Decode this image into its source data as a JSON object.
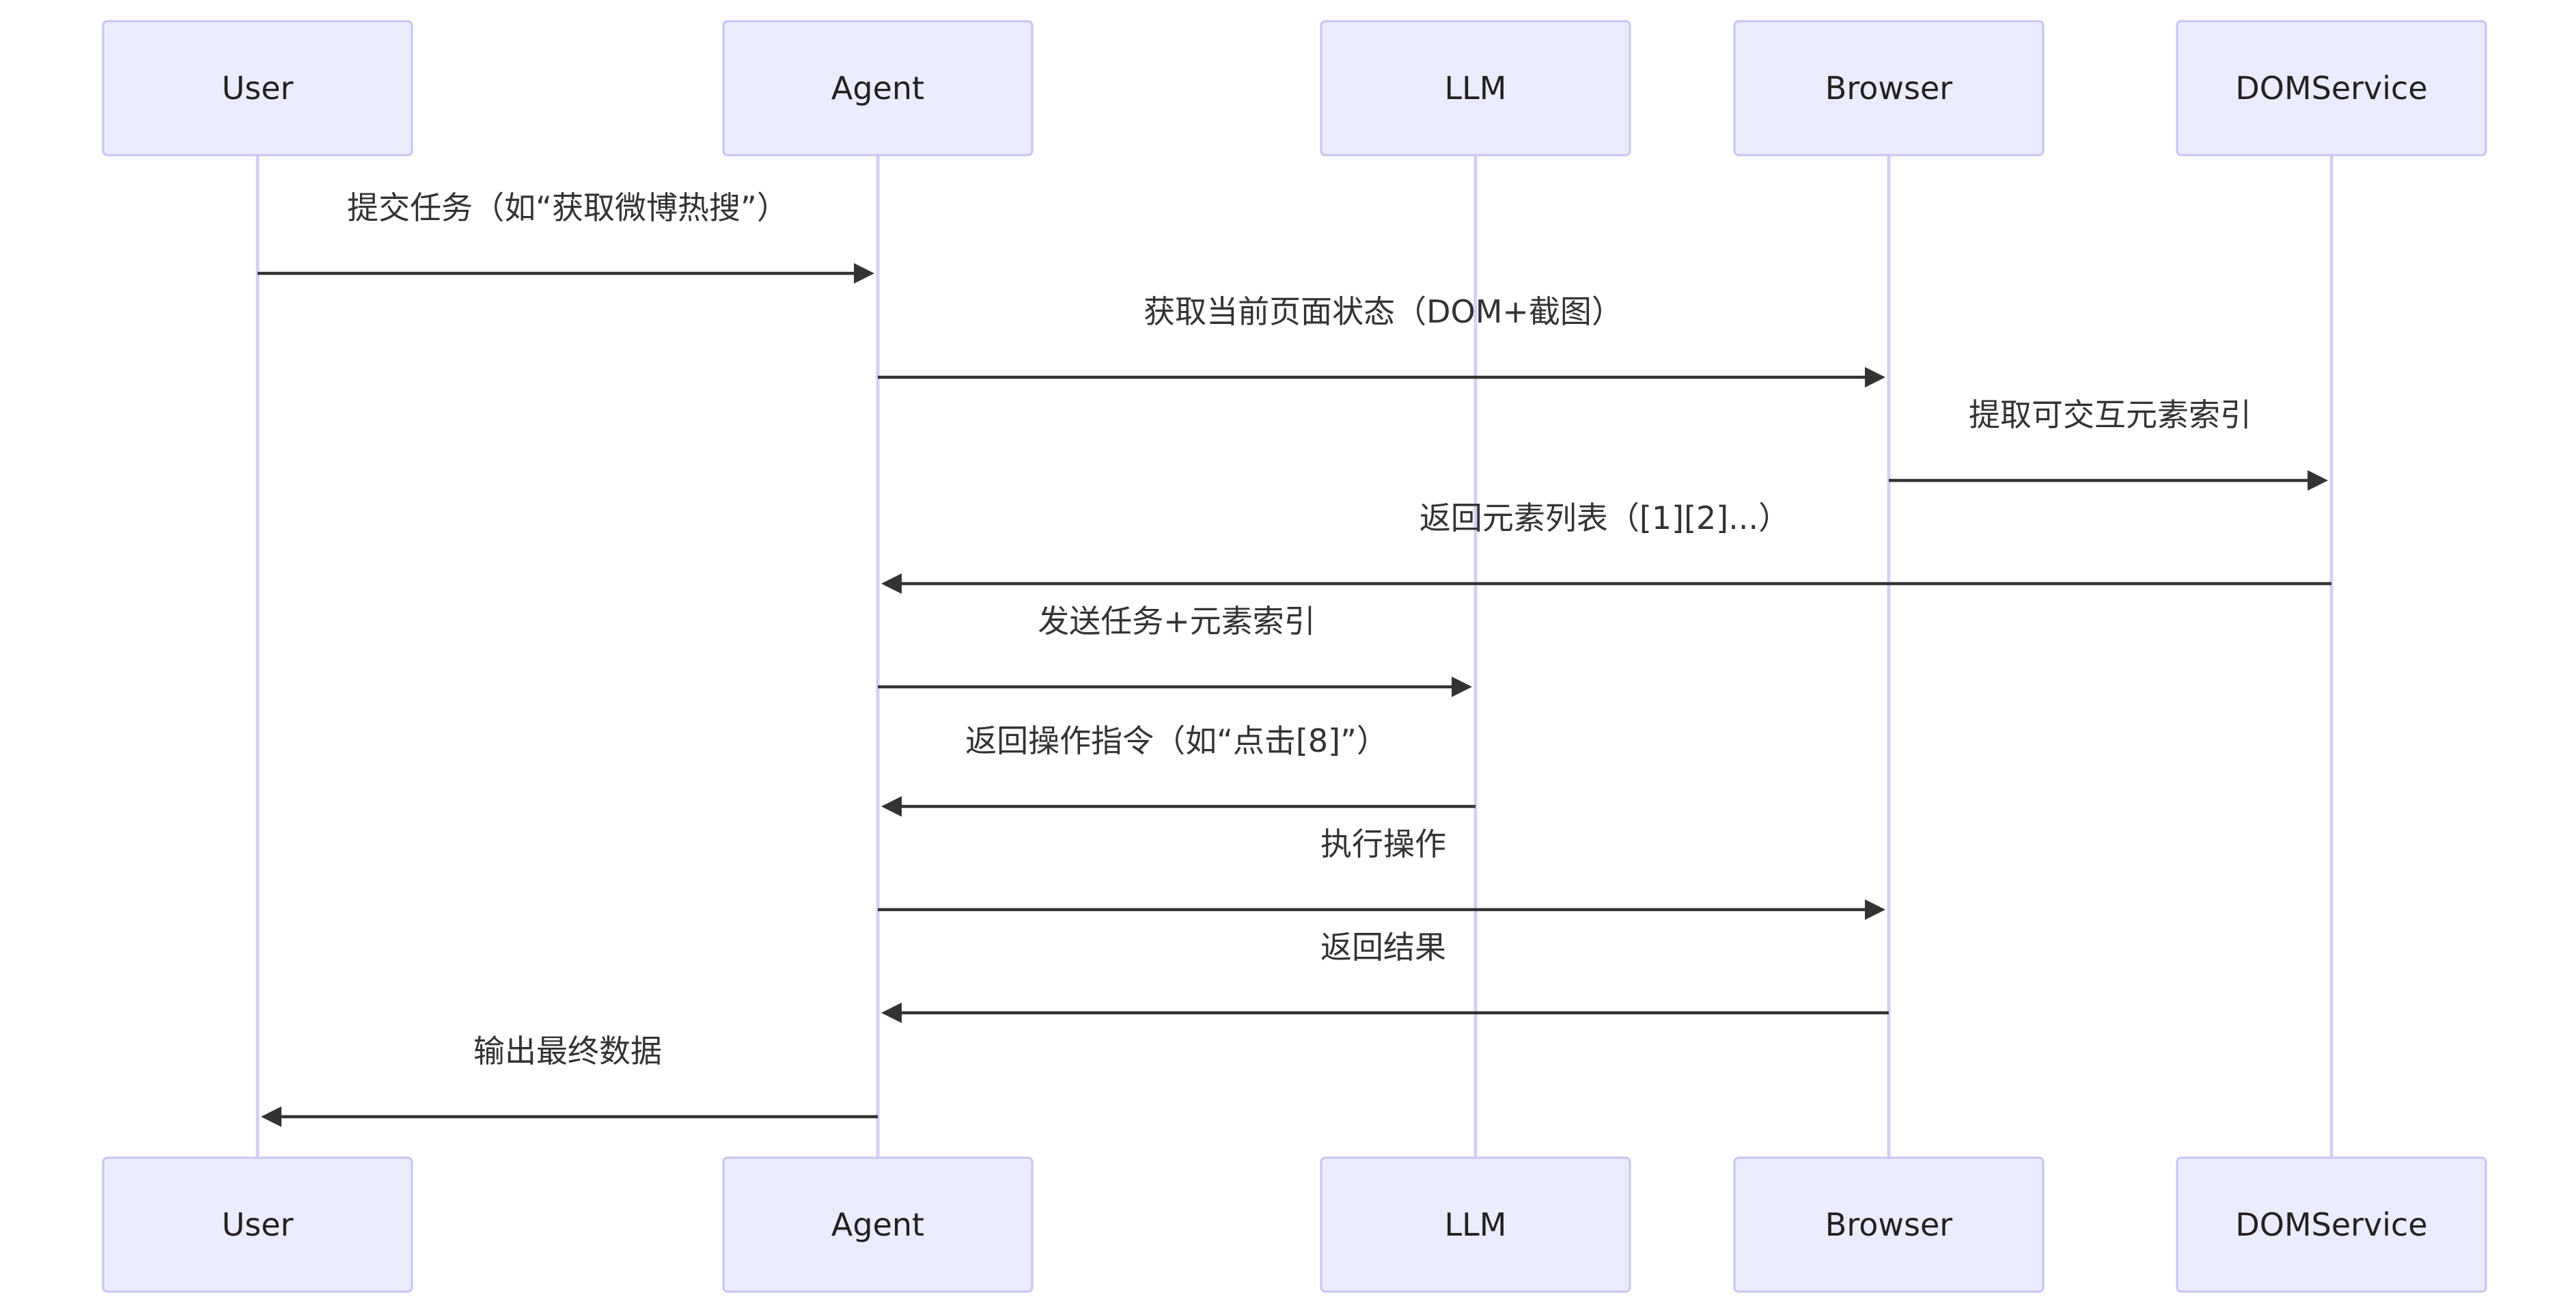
{
  "participants": [
    {
      "id": "user",
      "label": "User"
    },
    {
      "id": "agent",
      "label": "Agent"
    },
    {
      "id": "llm",
      "label": "LLM"
    },
    {
      "id": "browser",
      "label": "Browser"
    },
    {
      "id": "dom",
      "label": "DOMService"
    }
  ],
  "messages": [
    {
      "from": "user",
      "to": "agent",
      "label": "提交任务（如“获取微博热搜”）"
    },
    {
      "from": "agent",
      "to": "browser",
      "label": "获取当前页面状态（DOM+截图）"
    },
    {
      "from": "browser",
      "to": "dom",
      "label": "提取可交互元素索引"
    },
    {
      "from": "dom",
      "to": "agent",
      "label": "返回元素列表（[1][2]...）"
    },
    {
      "from": "agent",
      "to": "llm",
      "label": "发送任务+元素索引"
    },
    {
      "from": "llm",
      "to": "agent",
      "label": "返回操作指令（如“点击[8]”）"
    },
    {
      "from": "agent",
      "to": "browser",
      "label": "执行操作"
    },
    {
      "from": "browser",
      "to": "agent",
      "label": "返回结果"
    },
    {
      "from": "agent",
      "to": "user",
      "label": "输出最终数据"
    }
  ],
  "colors": {
    "actor_fill": "#ececff",
    "actor_stroke": "#c7c5f2",
    "lifeline": "#d3d0f5",
    "arrow": "#333333",
    "text": "#333333"
  }
}
